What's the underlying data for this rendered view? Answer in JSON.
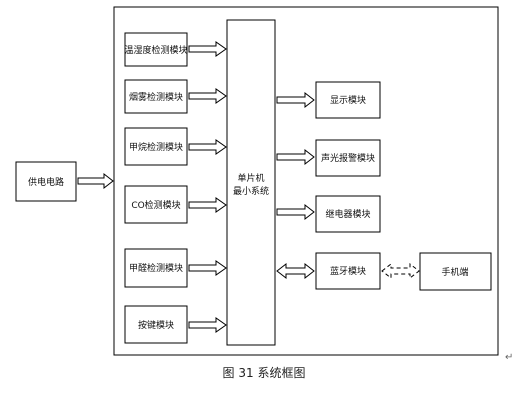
{
  "diagram": {
    "power": "供电电路",
    "mcu": [
      "单片机",
      "最小系统"
    ],
    "sensors": [
      "温湿度检测模块",
      "烟雾检测模块",
      "甲烷检测模块",
      "CO检测模块",
      "甲醛检测模块",
      "按键模块"
    ],
    "outputs": [
      "显示模块",
      "声光报警模块",
      "继电器模块",
      "蓝牙模块"
    ],
    "phone": "手机端"
  },
  "caption": "图 31 系统框图"
}
